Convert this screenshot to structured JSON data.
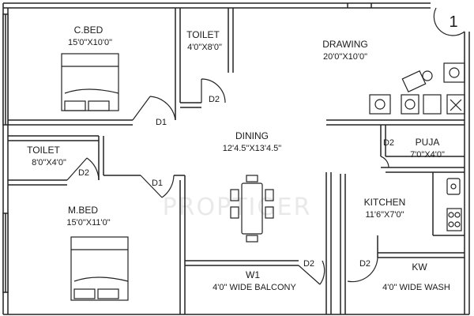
{
  "plan": {
    "watermark": "PROPTIGER",
    "plan_number": "1",
    "rooms": {
      "cbed": {
        "name": "C.BED",
        "size": "15'0\"X10'0\""
      },
      "toilet_top": {
        "name": "TOILET",
        "size": "4'0\"X8'0\""
      },
      "drawing": {
        "name": "DRAWING",
        "size": "20'0\"X10'0\""
      },
      "dining": {
        "name": "DINING",
        "size": "12'4.5\"X13'4.5\""
      },
      "toilet_left": {
        "name": "TOILET",
        "size": "8'0\"X4'0\""
      },
      "puja": {
        "name": "PUJA",
        "size": "7'0\"X4'0\""
      },
      "mbed": {
        "name": "M.BED",
        "size": "15'0\"X11'0\""
      },
      "kitchen": {
        "name": "KITCHEN",
        "size": "11'6\"X7'0\""
      },
      "balcony": {
        "name": "W1",
        "size": "4'0\" WIDE BALCONY"
      },
      "wash": {
        "name": "KW",
        "size": "4'0\" WIDE WASH"
      }
    },
    "doors": {
      "d2_toilet_top": "D2",
      "d1_cbed": "D1",
      "d2_toilet_left": "D2",
      "d1_mbed": "D1",
      "d2_puja": "D2",
      "d2_balcony": "D2",
      "d2_wash": "D2"
    }
  }
}
